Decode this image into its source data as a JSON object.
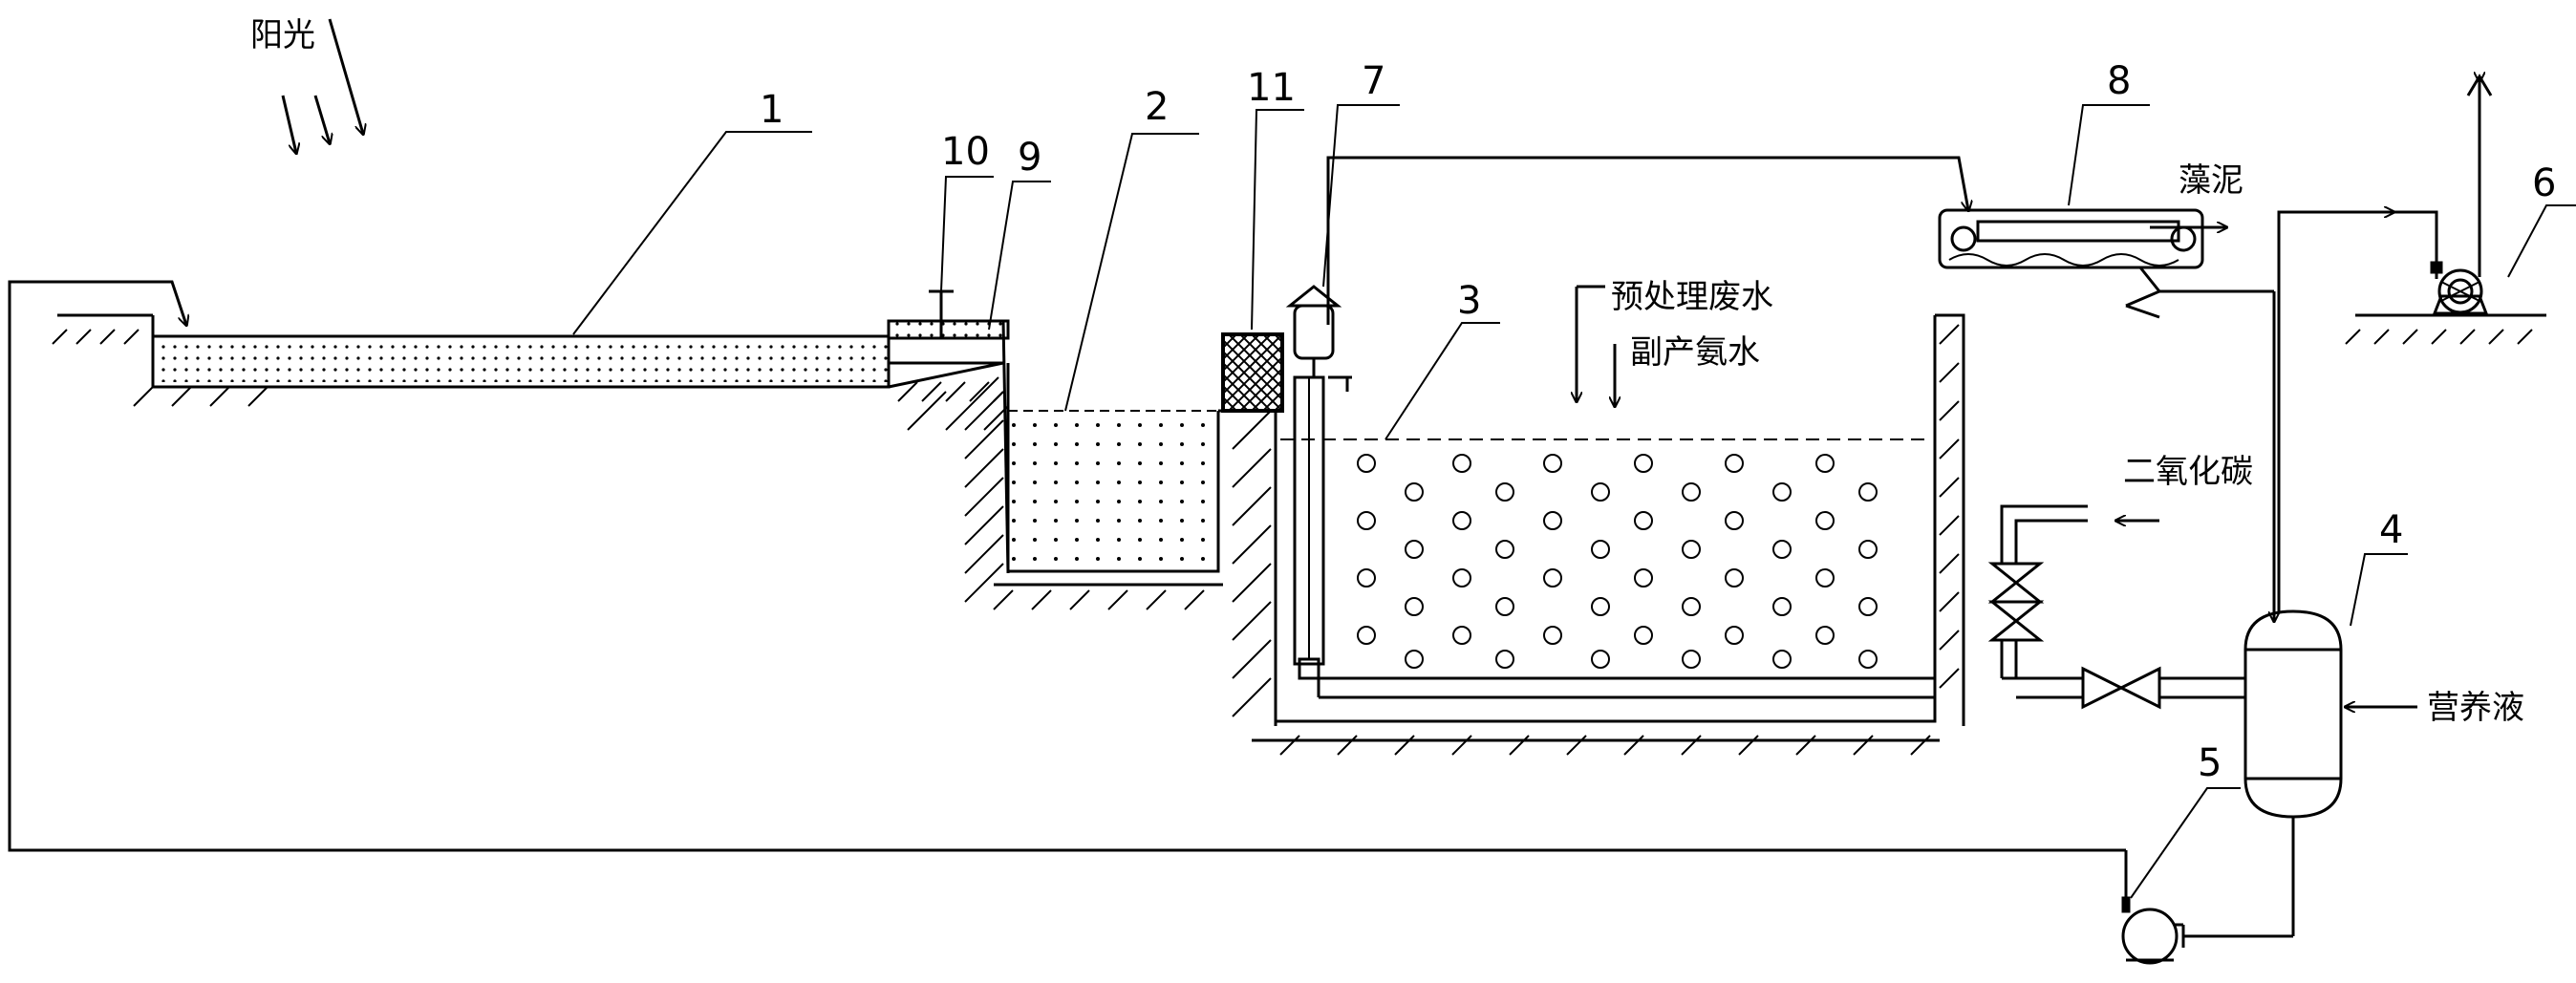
{
  "labels": {
    "sunlight": "阳光",
    "pretreated_wastewater": "预处理废水",
    "byproduct_ammonia_water": "副产氨水",
    "carbon_dioxide": "二氧化碳",
    "algae_sludge": "藻泥",
    "nutrient_solution": "营养液"
  },
  "callouts": [
    "1",
    "2",
    "3",
    "4",
    "5",
    "6",
    "7",
    "8",
    "9",
    "10",
    "11"
  ],
  "colors": {
    "line": "#000000",
    "background": "#ffffff"
  }
}
